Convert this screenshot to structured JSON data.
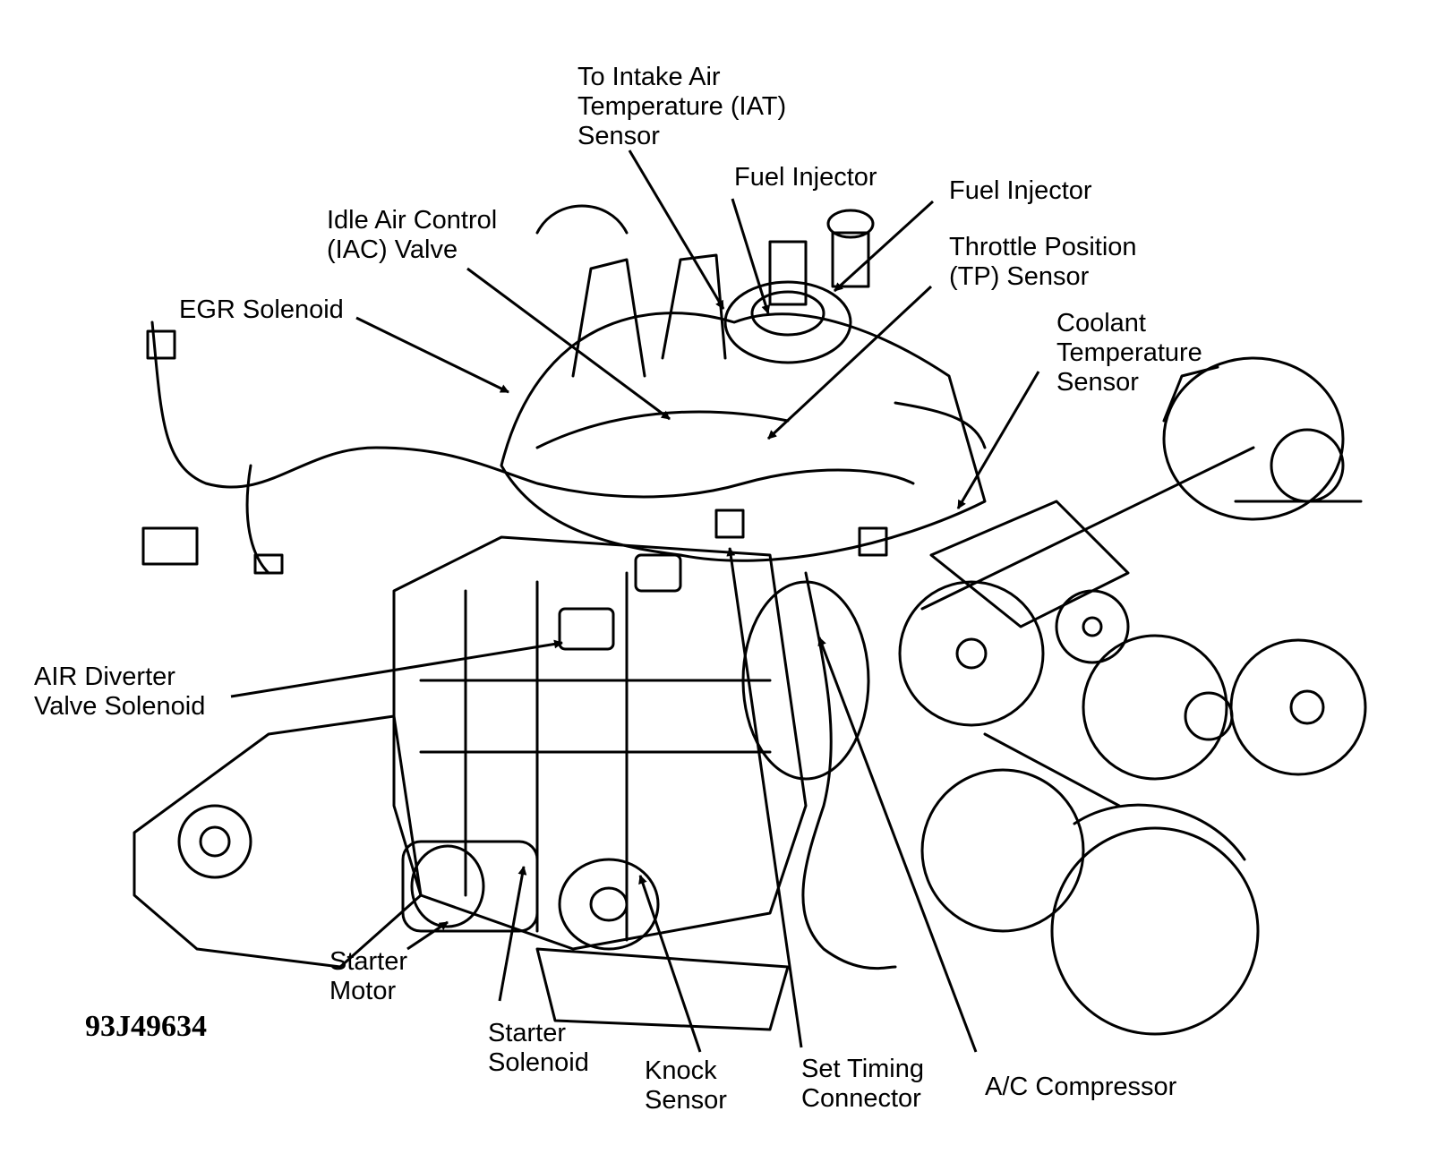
{
  "labels": {
    "iat_sensor": [
      "To Intake Air",
      "Temperature (IAT)",
      "Sensor"
    ],
    "fuel_injector_1": [
      "Fuel Injector"
    ],
    "fuel_injector_2": [
      "Fuel Injector"
    ],
    "iac_valve": [
      "Idle Air Control",
      "(IAC) Valve"
    ],
    "tp_sensor": [
      "Throttle Position",
      "(TP) Sensor"
    ],
    "egr_solenoid": [
      "EGR Solenoid"
    ],
    "coolant_sensor": [
      "Coolant",
      "Temperature",
      "Sensor"
    ],
    "air_diverter": [
      "AIR Diverter",
      "Valve Solenoid"
    ],
    "starter_motor": [
      "Starter",
      "Motor"
    ],
    "starter_solenoid": [
      "Starter",
      "Solenoid"
    ],
    "knock_sensor": [
      "Knock",
      "Sensor"
    ],
    "set_timing": [
      "Set Timing",
      "Connector"
    ],
    "ac_compressor": [
      "A/C Compressor"
    ]
  },
  "figure_code": "93J49634"
}
